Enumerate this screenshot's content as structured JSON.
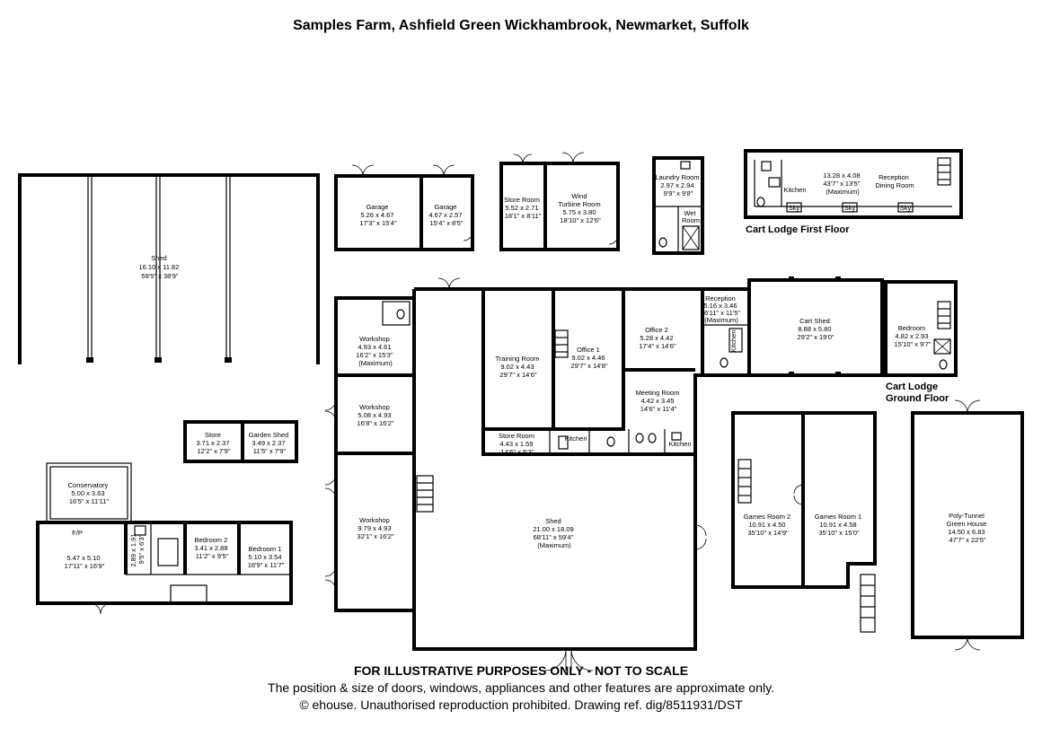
{
  "title": "Samples Farm, Ashfield Green Wickhambrook, Newmarket, Suffolk",
  "captions": {
    "cart_lodge_first": "Cart Lodge First Floor",
    "cart_lodge_ground_1": "Cart Lodge",
    "cart_lodge_ground_2": "Ground Floor"
  },
  "rooms": {
    "shed_large": [
      "Shed",
      "16.10 x 11.82",
      "59'5\" x 38'9\""
    ],
    "garage1": [
      "Garage",
      "5.26 x 4.67",
      "17'3\" x 15'4\""
    ],
    "garage2": [
      "Garage",
      "4.67 x 2.57",
      "15'4\" x 8'5\""
    ],
    "store_room_top": [
      "Store Room",
      "5.52 x 2.71",
      "18'1\" x 8'11\""
    ],
    "wind_turbine": [
      "Wind",
      "Turbine Room",
      "5.75 x 3.80",
      "18'10\" x 12'6\""
    ],
    "laundry": [
      "Laundry Room",
      "2.97 x 2.94",
      "9'9\" x 9'8\""
    ],
    "wet_room": [
      "Wet",
      "Room"
    ],
    "first_kitchen": [
      "Kitchen"
    ],
    "first_reception": [
      "Reception",
      "Dining Room"
    ],
    "first_dims": [
      "13.28 x 4.08",
      "43'7\" x 13'5\"",
      "(Maximum)"
    ],
    "sky": "Sky",
    "workshop1": [
      "Workshop",
      "4.93 x 4.61",
      "16'2\" x 15'3\"",
      "(Maximum)"
    ],
    "workshop2": [
      "Workshop",
      "5.08 x 4.93",
      "16'8\" x 16'2\""
    ],
    "workshop3": [
      "Workshop",
      "9.79 x 4.93",
      "32'1\" x 16'2\""
    ],
    "training": [
      "Training Room",
      "9.02 x 4.43",
      "29'7\" x 14'6\""
    ],
    "office1": [
      "Office 1",
      "9.02 x 4.46",
      "29'7\" x 14'8\""
    ],
    "office2": [
      "Office 2",
      "5.28 x 4.42",
      "17'4\" x 14'6\""
    ],
    "meeting": [
      "Meeting Room",
      "4.42 x 3.45",
      "14'6\" x 11'4\""
    ],
    "store_room_mid": [
      "Store Room",
      "4.43 x 1.59",
      "14'6\" x 5'3\""
    ],
    "kitchen_mid": "Kitchen",
    "kitchen_right": "Kitchen",
    "reception": [
      "Reception",
      "5.16 x 3.46",
      "16'11\" x 11'5\"",
      "(Maximum)"
    ],
    "cart_shed": [
      "Cart Shed",
      "8.88 x 5.80",
      "29'2\" x 19'0\""
    ],
    "kitchen_cart": "Kitchen",
    "bedroom_cart": [
      "Bedroom",
      "4.82 x 2.93",
      "15'10\" x 9'7\""
    ],
    "store_small": [
      "Store",
      "3.71 x 2.37",
      "12'2\" x 7'9\""
    ],
    "garden_shed": [
      "Garden Shed",
      "3.49 x 2.37",
      "11'5\" x 7'9\""
    ],
    "conservatory": [
      "Conservatory",
      "5.00 x 3.63",
      "16'5\" x 11'11\""
    ],
    "fp": "F/P",
    "living": [
      "5.47 x 5.10",
      "17'11\" x 16'9\""
    ],
    "small_room": [
      "2.89 x 1.91",
      "9'5\" x 6'3\""
    ],
    "bedroom2": [
      "Bedroom 2",
      "3.41 x 2.88",
      "11'2\" x 9'5\""
    ],
    "bedroom1": [
      "Bedroom 1",
      "5.10 x 3.54",
      "16'9\" x 11'7\""
    ],
    "shed_main": [
      "Shed",
      "21.00 x 18.09",
      "68'11\" x 59'4\"",
      "(Maximum)"
    ],
    "games2": [
      "Games Room 2",
      "10.91 x 4.50",
      "35'10\" x 14'9\""
    ],
    "games1": [
      "Games Room 1",
      "10.91 x 4.58",
      "35'10\" x 15'0\""
    ],
    "polytunnel": [
      "Poly-Tunnel",
      "Green House",
      "14.50 x 6.83",
      "47'7\" x 22'5\""
    ]
  },
  "disclaimer": {
    "line1": "FOR ILLUSTRATIVE PURPOSES ONLY - NOT TO SCALE",
    "line2": "The position & size of doors, windows, appliances and other features are approximate only.",
    "line3": "© ehouse. Unauthorised reproduction prohibited. Drawing ref. dig/8511931/DST"
  }
}
